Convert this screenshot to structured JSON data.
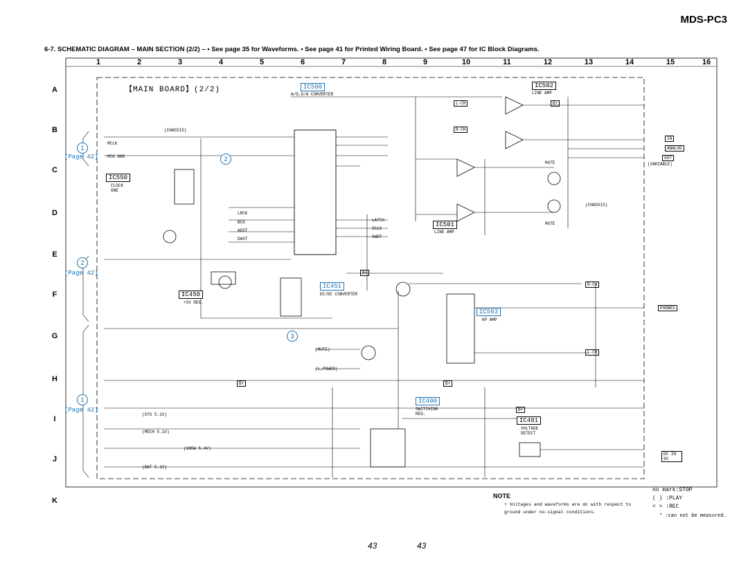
{
  "header": {
    "model": "MDS-PC3",
    "section_title": "6-7. SCHEMATIC DIAGRAM – MAIN SECTION (2/2) –  • See page 35 for Waveforms.  • See page 41 for Printed Wiring Board.  • See page 47 for IC Block Diagrams."
  },
  "grid": {
    "columns": [
      "1",
      "2",
      "3",
      "4",
      "5",
      "6",
      "7",
      "8",
      "9",
      "10",
      "11",
      "12",
      "13",
      "14",
      "15",
      "16"
    ],
    "rows": [
      "A",
      "B",
      "C",
      "D",
      "E",
      "F",
      "G",
      "H",
      "I",
      "J",
      "K"
    ]
  },
  "board_title": "【MAIN BOARD】(2/2)",
  "ics": {
    "ic500": {
      "name": "IC500",
      "desc": "A/D,D/A CONVERTER"
    },
    "ic502": {
      "name": "IC502",
      "desc": "LINE AMP"
    },
    "ic550": {
      "name": "IC550",
      "desc": "CLOCK GNE"
    },
    "ic501": {
      "name": "IC501",
      "desc": "LINE AMP"
    },
    "ic451": {
      "name": "IC451",
      "desc": "DC/DC CONVERTER"
    },
    "ic450": {
      "name": "IC450",
      "desc": "+5V REG."
    },
    "ic503": {
      "name": "IC503",
      "desc": "HP AMP"
    },
    "ic400": {
      "name": "IC400",
      "desc": "SWITCHING REG."
    },
    "ic401": {
      "name": "IC401",
      "desc": "VOLTAGE DETECT"
    }
  },
  "page_refs": [
    "(Page 42)",
    "(Page 42)",
    "(Page 42)"
  ],
  "circle_refs": [
    "1",
    "2",
    "1",
    "2",
    "3"
  ],
  "connectors": {
    "in": "IN",
    "analog": "ANALOG",
    "out": "OUT",
    "variable": "(VARIABLE)",
    "phones": "PHONES",
    "dc_in": "DC IN 9V"
  },
  "signals": {
    "mclk": "MCLK",
    "mck_gnd": "MCK GND",
    "lrck": "LRCK",
    "bck": "BCK",
    "adst": "ADST",
    "dast": "DAST",
    "latch": "LATCH",
    "sclk": "SCLK",
    "swdt": "SWDT",
    "mute": "(MUTE)",
    "l_power": "(L,POWER)",
    "sys_5v": "(SYS 5.1V)",
    "mech_5v": "(MECH 5.1V)",
    "unsw": "(UNSW 5.4V)",
    "bat": "(BAT 5.1V)",
    "chassis": "(CHASSIS)",
    "b_plus": "B+",
    "l_ch": "L-CH",
    "r_ch": "R-CH",
    "mute_label": "MUTE"
  },
  "note": {
    "heading": "NOTE",
    "text": "• Voltages and waveforms are dc with respect to ground under no-signal conditions.",
    "legend": [
      "no mark:STOP",
      "( ) :PLAY",
      "< > :REC",
      "* :can not be measured."
    ]
  },
  "page_numbers": [
    "43",
    "43"
  ]
}
